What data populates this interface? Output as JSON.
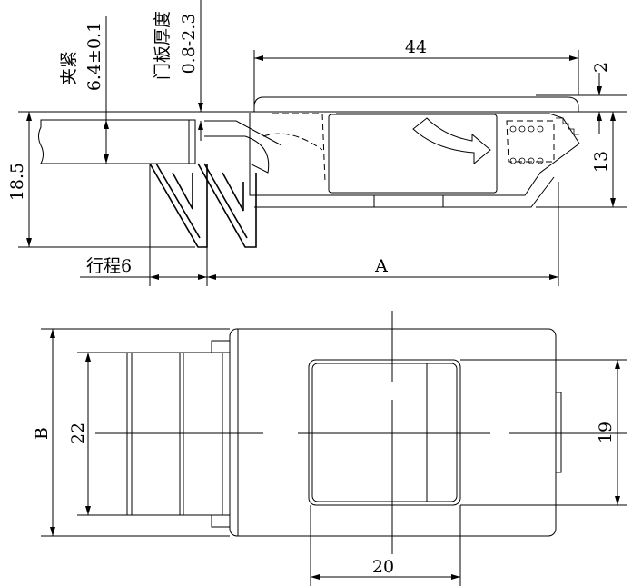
{
  "top_view": {
    "clamp_label": "夹紧",
    "clamp_value": "6.4±0.1",
    "door_thickness_label": "门板厚度",
    "door_thickness_value": "0.8-2.3",
    "height_overall": "18.5",
    "stroke_label": "行程6",
    "length_44": "44",
    "offset_2": "2",
    "height_13": "13",
    "dim_A": "A"
  },
  "bottom_view": {
    "dim_B": "B",
    "dim_22": "22",
    "dim_19": "19",
    "dim_20": "20"
  }
}
